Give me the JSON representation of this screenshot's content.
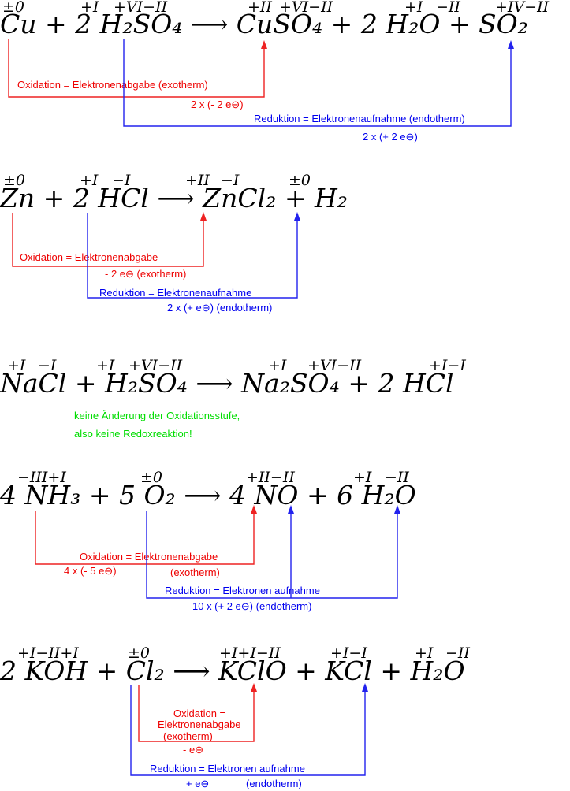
{
  "colors": {
    "oxidation": "#ee2222",
    "reduction": "#2222ee",
    "note": "#00dd00",
    "text": "#000000"
  },
  "reactions": [
    {
      "equation": "Cu + 2 H₂SO₄ ⟶ CuSO₄ + 2 H₂O + SO₂",
      "oxidation_numbers": [
        "±0",
        "+I",
        "+VI−II",
        "+II",
        "+VI−II",
        "+I",
        "−II",
        "+IV−II"
      ],
      "oxidation_label": "Oxidation =   Elektronenabgabe (exotherm)",
      "oxidation_electrons": "2 x (- 2 e⊖)",
      "reduction_label": "Reduktion = Elektronenaufnahme (endotherm)",
      "reduction_electrons": "2 x (+ 2 e⊖)"
    },
    {
      "equation": "Zn + 2 HCl ⟶ ZnCl₂ + H₂",
      "oxidation_numbers": [
        "±0",
        "+I",
        "−I",
        "+II",
        "−I",
        "±0"
      ],
      "oxidation_label": "Oxidation  =   Elektronenabgabe",
      "oxidation_electrons": "- 2 e⊖  (exotherm)",
      "reduction_label": "Reduktion = Elektronenaufnahme",
      "reduction_electrons": "2 x (+ e⊖)   (endotherm)"
    },
    {
      "equation": "NaCl + H₂SO₄ ⟶ Na₂SO₄ + 2 HCl",
      "oxidation_numbers": [
        "+I",
        "−I",
        "+I",
        "+VI−II",
        "+I",
        "+VI−II",
        "+I−I"
      ],
      "note_line1": "keine Änderung der Oxidationsstufe,",
      "note_line2": "also keine Redoxreaktion!"
    },
    {
      "equation": "4 NH₃ + 5 O₂ ⟶ 4 NO + 6 H₂O",
      "oxidation_numbers": [
        "−III+I",
        "±0",
        "+II−II",
        "+I",
        "−II"
      ],
      "oxidation_label": "Oxidation  =   Elektronenabgabe",
      "oxidation_electrons": "4 x (- 5 e⊖)",
      "oxidation_note": "(exotherm)",
      "reduction_label": "Reduktion = Elektronen aufnahme",
      "reduction_electrons": "10 x (+ 2 e⊖)   (endotherm)"
    },
    {
      "equation": "2 KOH + Cl₂ ⟶ KClO + KCl + H₂O",
      "oxidation_numbers": [
        "+I−II+I",
        "±0",
        "+I+I−II",
        "+I−I",
        "+I",
        "−II"
      ],
      "oxidation_label_1": "Oxidation =",
      "oxidation_label_2": "Elektronenabgabe",
      "oxidation_label_3": "(exotherm)",
      "oxidation_electrons": "- e⊖",
      "reduction_label": "Reduktion = Elektronen aufnahme",
      "reduction_electrons": "+ e⊖",
      "reduction_note": "(endotherm)"
    }
  ]
}
